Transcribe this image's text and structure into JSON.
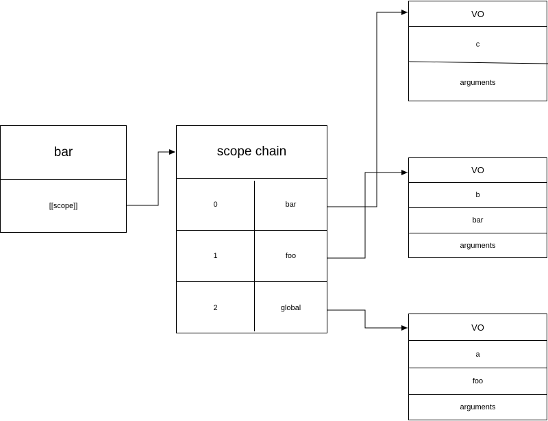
{
  "bar_box": {
    "title": "bar",
    "row": "[[scope]]"
  },
  "scope_chain": {
    "title": "scope chain",
    "rows": [
      {
        "index": "0",
        "name": "bar"
      },
      {
        "index": "1",
        "name": "foo"
      },
      {
        "index": "2",
        "name": "global"
      }
    ]
  },
  "vo_boxes": [
    {
      "title": "VO",
      "rows": [
        "c",
        "arguments"
      ]
    },
    {
      "title": "VO",
      "rows": [
        "b",
        "bar",
        "arguments"
      ]
    },
    {
      "title": "VO",
      "rows": [
        "a",
        "foo",
        "arguments"
      ]
    }
  ],
  "colors": {
    "line": "#000000",
    "background": "#ffffff"
  }
}
